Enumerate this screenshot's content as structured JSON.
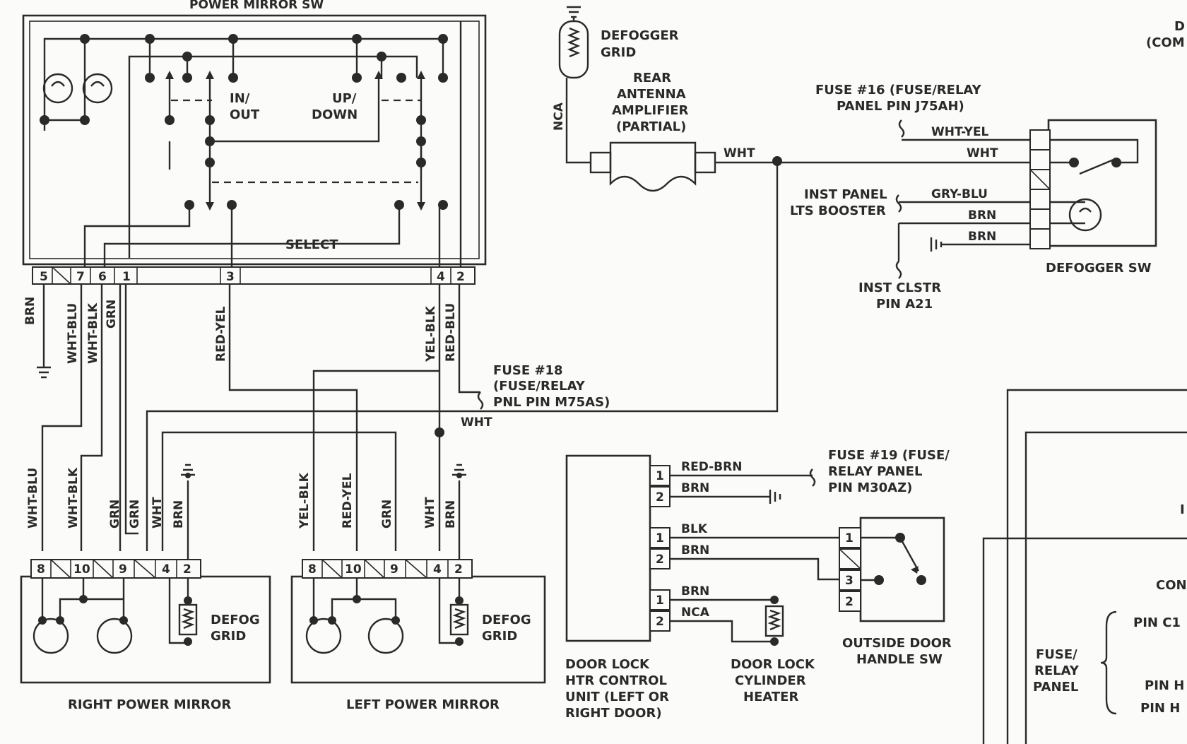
{
  "components": {
    "power_mirror_sw": "POWER MIRROR SW",
    "in_out": [
      "IN/",
      "OUT"
    ],
    "up_down": [
      "UP/",
      "DOWN"
    ],
    "select": "SELECT",
    "defogger_grid": [
      "DEFOGGER",
      "GRID"
    ],
    "rear_antenna": [
      "REAR",
      "ANTENNA",
      "AMPLIFIER",
      "(PARTIAL)"
    ],
    "fuse16": [
      "FUSE #16 (FUSE/RELAY",
      "PANEL PIN J75AH)"
    ],
    "inst_panel_lts": [
      "INST PANEL",
      "LTS BOOSTER"
    ],
    "inst_clstr": [
      "INST CLSTR",
      "PIN A21"
    ],
    "defogger_sw": "DEFOGGER SW",
    "fuse18": [
      "FUSE #18",
      "(FUSE/RELAY",
      "PNL PIN M75AS)"
    ],
    "fuse19": [
      "FUSE #19 (FUSE/",
      "RELAY PANEL",
      "PIN M30AZ)"
    ],
    "defog_grid": [
      "DEFOG",
      "GRID"
    ],
    "right_power_mirror": "RIGHT POWER MIRROR",
    "left_power_mirror": "LEFT POWER MIRROR",
    "door_lock_htr": [
      "DOOR LOCK",
      "HTR CONTROL",
      "UNIT (LEFT OR",
      "RIGHT DOOR)"
    ],
    "door_lock_cyl": [
      "DOOR LOCK",
      "CYLINDER",
      "HEATER"
    ],
    "outside_door_handle": [
      "OUTSIDE DOOR",
      "HANDLE SW"
    ],
    "fuse_relay_panel": [
      "FUSE/",
      "RELAY",
      "PANEL"
    ],
    "partial_right": {
      "d_top": "D",
      "com_top": "(COM",
      "i_mid": "I",
      "con": "CON",
      "pin_c1": "PIN C1",
      "pin_h1": "PIN H",
      "pin_h2": "PIN H"
    }
  },
  "wires": {
    "nca": "NCA",
    "wht": "WHT",
    "wht_yel": "WHT-YEL",
    "gry_blu": "GRY-BLU",
    "brn": "BRN",
    "wht_blu": "WHT-BLU",
    "wht_blk": "WHT-BLK",
    "grn": "GRN",
    "red_yel": "RED-YEL",
    "yel_blk": "YEL-BLK",
    "red_blu": "RED-BLU",
    "red_brn": "RED-BRN",
    "blk": "BLK"
  },
  "pins": {
    "sw_connector": [
      "5",
      "7",
      "6",
      "1",
      "3",
      "4",
      "2"
    ],
    "mirror_connector": [
      "8",
      "10",
      "9",
      "4",
      "2"
    ],
    "one": "1",
    "two": "2",
    "three": "3"
  }
}
